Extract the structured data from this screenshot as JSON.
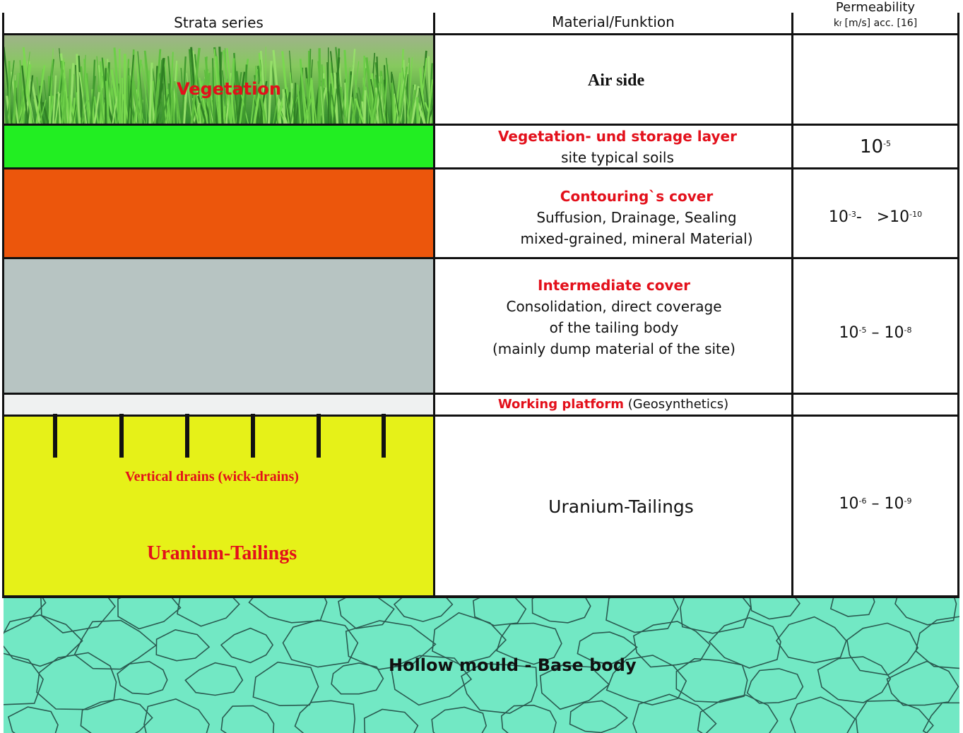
{
  "header": {
    "col1": "Strata series",
    "col2": "Material/Funktion",
    "col3_line1": "Permeability",
    "col3_line2": "k",
    "col3_sub": "f",
    "col3_line3": " [m/s] acc. [16]"
  },
  "strata": {
    "vegetation_label": "Vegetation",
    "drains_label": "Vertical drains (wick-drains)",
    "tailings_label": "Uranium-Tailings",
    "base_label": "Hollow mould - Base body"
  },
  "rows": {
    "air": {
      "line1": "Air side"
    },
    "veg_storage": {
      "title": "Vegetation- und storage layer",
      "line1": "site typical soils",
      "perm_base": "10",
      "perm_exp": "-5"
    },
    "contouring": {
      "title": "Contouring`s cover",
      "line1": "Suffusion, Drainage, Sealing",
      "line2": "mixed-grained, mineral Material)",
      "perm_a": "10",
      "perm_a_exp": "-3",
      "perm_sep": "-   >10",
      "perm_b_exp": "-10"
    },
    "intermediate": {
      "title": "Intermediate cover",
      "line1": "Consolidation, direct coverage",
      "line2": "of the tailing body",
      "line3": "(mainly dump material of the site)",
      "perm_a": "10",
      "perm_a_exp": "-5",
      "perm_sep": " – 10",
      "perm_b_exp": "-8"
    },
    "platform": {
      "title": "Working platform",
      "rest": " (Geosynthetics)"
    },
    "tailings": {
      "line1": "Uranium-Tailings",
      "perm_a": "10",
      "perm_a_exp": "-6",
      "perm_sep": " – 10",
      "perm_b_exp": "-9"
    }
  },
  "colors": {
    "grass_light": "#7fd95a",
    "grass_dark": "#3a8a2a",
    "storage_green": "#22ee22",
    "contour_orange": "#ec560c",
    "intermediate_grey": "#b7c4c2",
    "platform_white": "#eff1f1",
    "tailings_yellow": "#e6f118",
    "base_teal": "#72e8c4",
    "label_red": "#e3101b"
  }
}
